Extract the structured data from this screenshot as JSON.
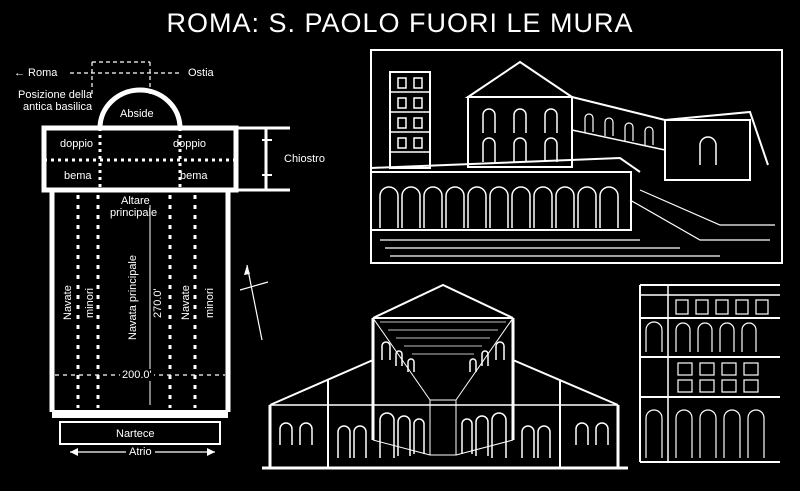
{
  "title": "ROMA: S. PAOLO FUORI LE MURA",
  "plan": {
    "roma": "← Roma",
    "ostia": "Ostia",
    "position_label_1": "Posizione della",
    "position_label_2": "antica basilica",
    "abside": "Abside",
    "doppio_left": "doppio",
    "doppio_right": "doppio",
    "bema_left": "bema",
    "bema_right": "bema",
    "chiostro": "Chiostro",
    "altare_1": "Altare",
    "altare_2": "principale",
    "navate_left": "Navate",
    "minori_left": "minori",
    "navata_principale": "Navata principale",
    "length": "270.0'",
    "navate_right": "Navate",
    "minori_right": "minori",
    "width": "200.0'",
    "nartece": "Nartece",
    "atrio": "Atrio"
  },
  "colors": {
    "background": "#000000",
    "ink": "#ffffff"
  }
}
